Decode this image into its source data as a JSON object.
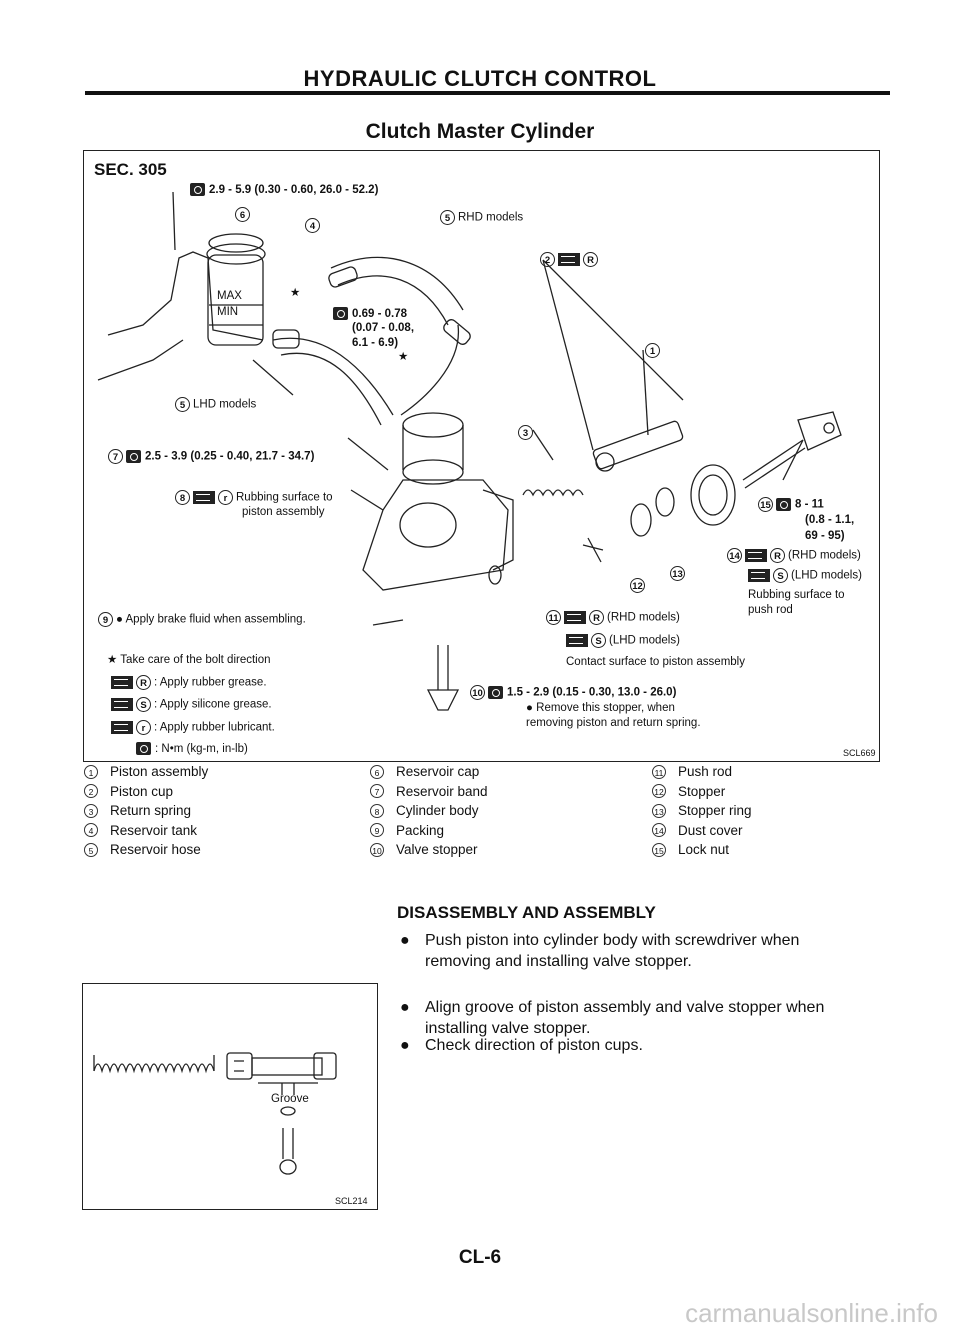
{
  "header": {
    "section_title": "HYDRAULIC CLUTCH CONTROL",
    "subtitle": "Clutch Master Cylinder",
    "page_number": "CL-6"
  },
  "figure_main": {
    "sec": "SEC. 305",
    "ref_code": "SCL669",
    "torque_6": "2.9 - 5.9 (0.30 - 0.60, 26.0 - 52.2)",
    "torque_hose": "0.69 - 0.78",
    "torque_hose_2": "(0.07 - 0.08,",
    "torque_hose_3": "6.1 - 6.9)",
    "torque_7": "2.5 - 3.9 (0.25 - 0.40, 21.7 - 34.7)",
    "torque_15_1": "8 - 11",
    "torque_15_2": "(0.8 - 1.1,",
    "torque_15_3": "69 - 95)",
    "torque_10": "1.5 - 2.9 (0.15 - 0.30, 13.0 - 26.0)",
    "rhd_models": "RHD models",
    "lhd_models": "LHD models",
    "rhd_paren": "(RHD models)",
    "lhd_paren": "(LHD models)",
    "rubbing_surface_to": "Rubbing surface to",
    "piston_assembly": "piston assembly",
    "apply_brake_fluid": "● Apply brake fluid when assembling.",
    "rubbing_surface_push": "Rubbing surface to",
    "push_rod": "push rod",
    "contact_surface": "Contact surface to piston assembly",
    "remove_stopper_1": "● Remove this stopper, when",
    "remove_stopper_2": "removing piston and return spring.",
    "max": "MAX",
    "min": "MIN",
    "star": "★",
    "key_star": "★ Take care of the bolt direction",
    "key_r": ": Apply rubber grease.",
    "key_s": ": Apply silicone grease.",
    "key_rl": ": Apply rubber lubricant.",
    "key_nm": ": N•m (kg-m, in-lb)",
    "letter_r": "R",
    "letter_s": "S",
    "letter_rl": "r",
    "nums": [
      "1",
      "2",
      "3",
      "4",
      "5",
      "6",
      "7",
      "8",
      "9",
      "10",
      "11",
      "12",
      "13",
      "14",
      "15"
    ]
  },
  "parts_legend": [
    [
      {
        "num": "1",
        "name": "Piston assembly"
      },
      {
        "num": "2",
        "name": "Piston cup"
      },
      {
        "num": "3",
        "name": "Return spring"
      },
      {
        "num": "4",
        "name": "Reservoir tank"
      },
      {
        "num": "5",
        "name": "Reservoir hose"
      }
    ],
    [
      {
        "num": "6",
        "name": "Reservoir cap"
      },
      {
        "num": "7",
        "name": "Reservoir band"
      },
      {
        "num": "8",
        "name": "Cylinder body"
      },
      {
        "num": "9",
        "name": "Packing"
      },
      {
        "num": "10",
        "name": "Valve stopper"
      }
    ],
    [
      {
        "num": "11",
        "name": "Push rod"
      },
      {
        "num": "12",
        "name": "Stopper"
      },
      {
        "num": "13",
        "name": "Stopper ring"
      },
      {
        "num": "14",
        "name": "Dust cover"
      },
      {
        "num": "15",
        "name": "Lock nut"
      }
    ]
  ],
  "disassembly": {
    "title": "DISASSEMBLY AND ASSEMBLY",
    "bullet_1a": "Push piston into cylinder body with screwdriver when",
    "bullet_1b": "removing and installing valve stopper.",
    "bullet_2a": "Align groove of piston assembly and valve stopper when",
    "bullet_2b": "installing valve stopper.",
    "bullet_3": "Check direction of piston cups.",
    "bullet_mark": "●"
  },
  "figure_small": {
    "groove": "Groove",
    "ref_code": "SCL214"
  },
  "watermark": "carmanualsonline.info"
}
